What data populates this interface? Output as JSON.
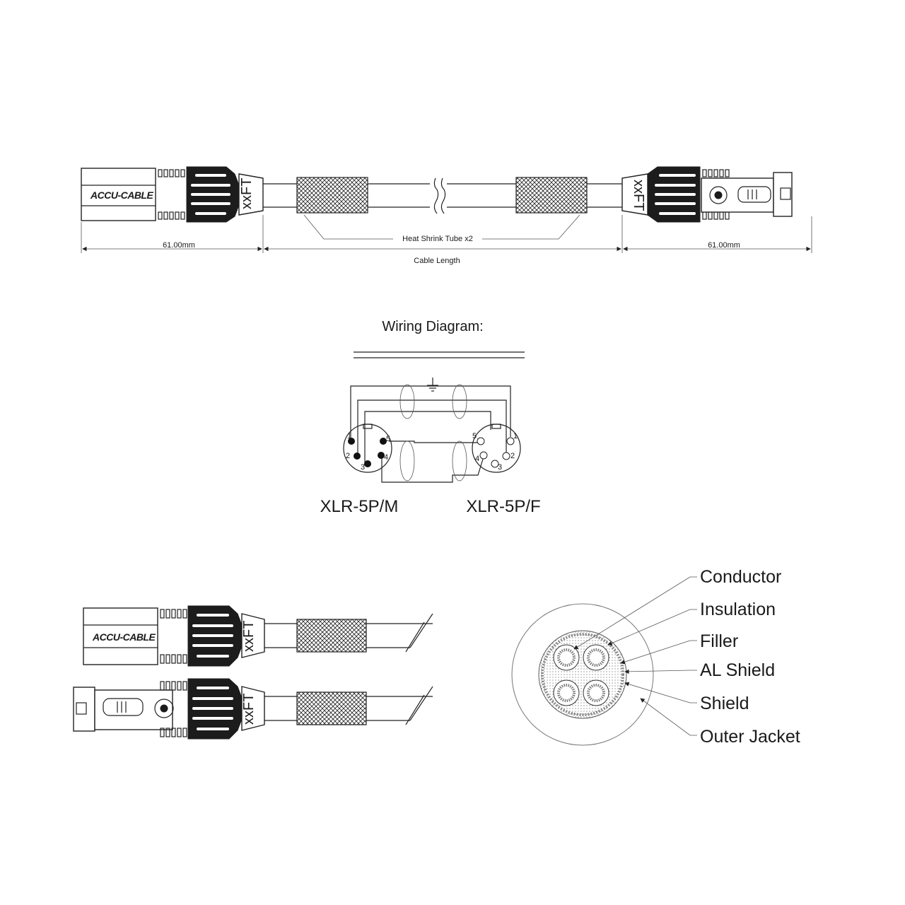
{
  "brand_text": "ACCU-CABLE",
  "length_marker": "xxFT",
  "dimension_left": "61.00mm",
  "dimension_right": "61.00mm",
  "cable_length_label": "Cable Length",
  "heat_shrink_label": "Heat Shrink Tube x2",
  "wiring_title": "Wiring Diagram:",
  "male_connector_label": "XLR-5P/M",
  "female_connector_label": "XLR-5P/F",
  "male_pin_labels": [
    "1",
    "2",
    "3",
    "4",
    "5"
  ],
  "female_pin_labels": [
    "1",
    "2",
    "3",
    "4",
    "5"
  ],
  "cross_section_labels": [
    "Conductor",
    "Insulation",
    "Filler",
    "AL Shield",
    "Shield",
    "Outer Jacket"
  ],
  "colors": {
    "line": "#222222",
    "connector_body": "#1c1c1c",
    "background": "#ffffff"
  }
}
